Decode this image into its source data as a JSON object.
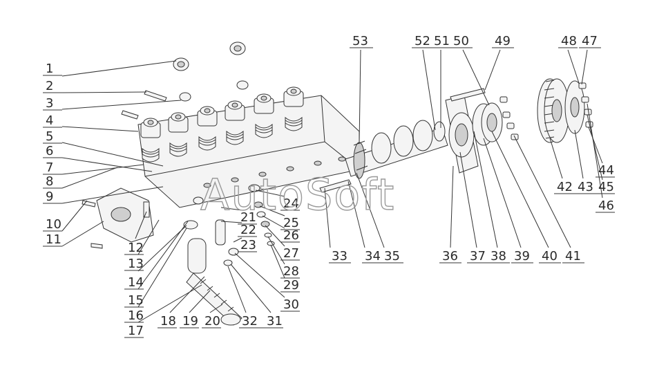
{
  "watermark": "AutoSoft",
  "callouts": [
    "1",
    "2",
    "3",
    "4",
    "5",
    "6",
    "7",
    "8",
    "9",
    "10",
    "11",
    "12",
    "13",
    "14",
    "15",
    "16",
    "17",
    "18",
    "19",
    "20",
    "21",
    "22",
    "23",
    "24",
    "25",
    "26",
    "27",
    "28",
    "29",
    "30",
    "31",
    "32",
    "33",
    "34",
    "35",
    "36",
    "37",
    "38",
    "39",
    "40",
    "41",
    "42",
    "43",
    "44",
    "45",
    "46",
    "47",
    "48",
    "49",
    "50",
    "51",
    "52",
    "53"
  ]
}
